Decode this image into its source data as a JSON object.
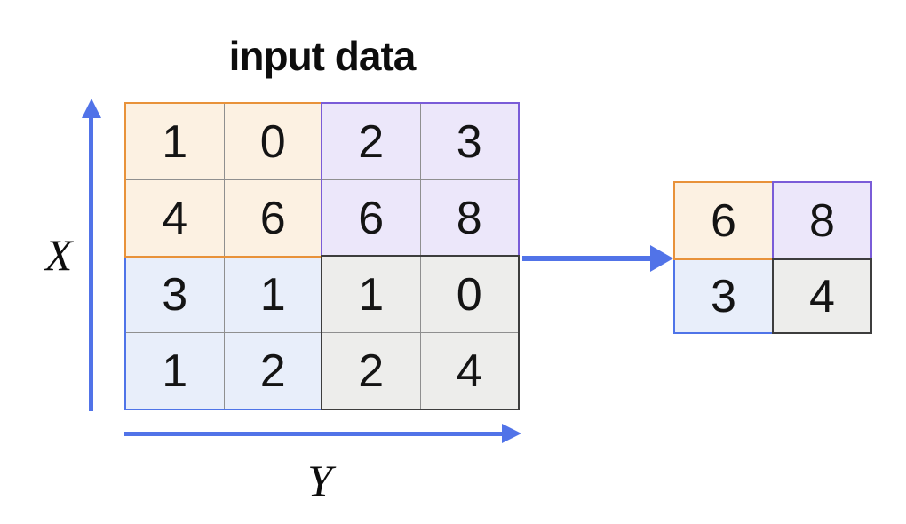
{
  "title": "input data",
  "x_axis": {
    "label": "X"
  },
  "y_axis": {
    "label": "Y"
  },
  "input_grid": {
    "rows": [
      [
        1,
        0,
        2,
        3
      ],
      [
        4,
        6,
        6,
        8
      ],
      [
        3,
        1,
        1,
        0
      ],
      [
        1,
        2,
        2,
        4
      ]
    ]
  },
  "output_grid": {
    "rows": [
      [
        6,
        8
      ],
      [
        3,
        4
      ]
    ]
  },
  "colors": {
    "arrow": "#5173e8",
    "gridline": "#8f8f8f",
    "orange_border": "#e8923a",
    "orange_fill": "#fcf1e2",
    "purple_border": "#7a5cd8",
    "purple_fill": "#ece7fa",
    "blue_border": "#4f74e8",
    "blue_fill": "#e8eefa",
    "gray_border": "#3d3d3d",
    "gray_fill": "#ededeb"
  }
}
